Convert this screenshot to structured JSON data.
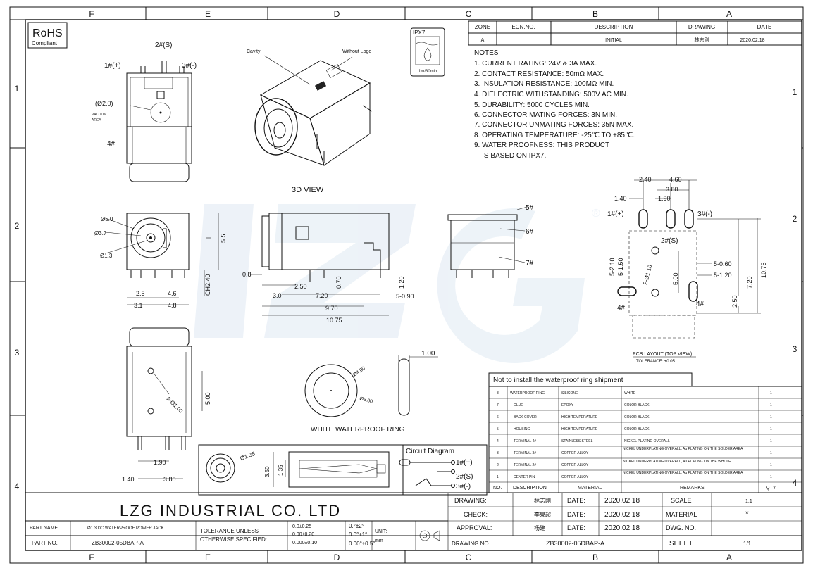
{
  "zones": {
    "top": [
      "F",
      "E",
      "D",
      "C",
      "B",
      "A"
    ],
    "bottom": [
      "F",
      "E",
      "D",
      "C",
      "B",
      "A"
    ],
    "left": [
      "1",
      "2",
      "3",
      "4"
    ],
    "right": [
      "1",
      "2",
      "3",
      "4"
    ]
  },
  "rohs": {
    "title": "RoHS",
    "subtitle": "Compliant"
  },
  "ipx7": {
    "label": "IPX7",
    "caption": "1m/30min"
  },
  "revision": {
    "headers": [
      "ZONE",
      "ECN.NO.",
      "DESCRIPTION",
      "DRAWING",
      "DATE"
    ],
    "row": [
      "A",
      "",
      "INITIAL",
      "林志刚",
      "2020.02.18"
    ]
  },
  "notes": {
    "title": "NOTES",
    "items": [
      "1. CURRENT RATING: 24V & 3A MAX.",
      "2. CONTACT RESISTANCE: 50mΩ MAX.",
      "3. INSULATION RESISTANCE: 100MΩ MIN.",
      "4. DIELECTRIC WITHSTANDING: 500V AC MIN.",
      "5. DURABILITY: 5000 CYCLES MIN.",
      "6. CONNECTOR MATING FORCES: 3N MIN.",
      "7. CONNECTOR UNMATING FORCES: 35N MAX.",
      "8. OPERATING TEMPERATURE: -25℃ TO +85℃.",
      "9. WATER PROOFNESS: THIS PRODUCT",
      "    IS BASED ON IPX7."
    ]
  },
  "top_view": {
    "pin1": "1#(+)",
    "pin2": "2#(S)",
    "pin3": "3#(-)",
    "pin4": "4#",
    "d20": "(Ø2.0)",
    "vacuum1": "VACUUM",
    "vacuum2": "AREA"
  },
  "view3d": {
    "cavity": "Cavity",
    "no_logo": "Without Logo",
    "title": "3D VIEW"
  },
  "front_view": {
    "d50": "Ø5.0",
    "d37": "Ø3.7",
    "d13": "Ø1.3",
    "h55": "5.5",
    "ch": "CH2.40",
    "w25": "2.5",
    "w46": "4.6",
    "w31": "3.1",
    "w48": "4.8"
  },
  "side_view": {
    "d08": "0.8",
    "d250": "2.50",
    "d070": "0.70",
    "d120": "1.20",
    "d30": "3.0",
    "d720": "7.20",
    "d590": "5-0.90",
    "d970": "9.70",
    "d1075": "10.75"
  },
  "rear_view": {
    "n5": "5#",
    "n6": "6#",
    "n7": "7#"
  },
  "pcb": {
    "d240": "2.40",
    "d460": "4.60",
    "d380": "3.80",
    "d140": "1.40",
    "d190": "1.90",
    "pin1": "1#(+)",
    "pin2": "2#(S)",
    "pin3": "3#(-)",
    "pin4": "4#",
    "d5150": "5-1.50",
    "d5210": "5-2.10",
    "d2110": "2-Ø1.10",
    "d500": "5.00",
    "d5060": "5-0.60",
    "d5120": "5-1.20",
    "d720": "7.20",
    "d1075": "10.75",
    "d250": "2.50",
    "title": "PCB LAYOUT (TOP VIEW)",
    "tol": "TOLERANCE: ±0.05"
  },
  "bottom_view": {
    "d2100": "2-Ø1.00",
    "d500": "5.00",
    "d190": "1.90",
    "d140": "1.40",
    "d380": "3.80"
  },
  "ring": {
    "d400": "Ø4.00",
    "d600": "Ø6.00",
    "d100": "1.00",
    "title": "WHITE WATERPROOF RING"
  },
  "section": {
    "d135": "Ø1.35",
    "d350": "3.50",
    "d135b": "1.35"
  },
  "circuit": {
    "title": "Circuit Diagram",
    "p1": "1#(+)",
    "p2": "2#(S)",
    "p3": "3#(-)"
  },
  "bom": {
    "note": "Not to install the waterproof ring shipment",
    "headers": [
      "NO.",
      "DESCRIPTION",
      "MATERIAL",
      "REMARKS",
      "QTY"
    ],
    "rows": [
      [
        "8",
        "WATERPROOF RING",
        "SILICONE",
        "WHITE",
        "1"
      ],
      [
        "7",
        "GLUE",
        "EPOXY",
        "COLOR BLACK",
        "1"
      ],
      [
        "6",
        "BACK COVER",
        "HIGH TEMPERATURE",
        "COLOR BLACK",
        "1"
      ],
      [
        "5",
        "HOUSING",
        "HIGH TEMPERATURE",
        "COLOR BLACK",
        "1"
      ],
      [
        "4",
        "TERMINAL 4#",
        "STAINLESS STEEL",
        "NICKEL PLATING OVERALL",
        "1"
      ],
      [
        "3",
        "TERMINAL 3#",
        "COPPER ALLOY",
        "NICKEL UNDERPLATING OVERALL, Au PLATING ON THE SOLDER AREA",
        "1"
      ],
      [
        "2",
        "TERMINAL 2#",
        "COPPER ALLOY",
        "NICKEL UNDERPLATING OVERALL, Au PLATING ON THE WHOLE",
        "1"
      ],
      [
        "1",
        "CENTER PIN",
        "COPPER ALLOY",
        "NICKEL UNDERPLATING OVERALL, Au PLATING ON THE SOLDER AREA",
        "1"
      ]
    ]
  },
  "title_block": {
    "logo": "LZG",
    "company": "LZG INDUSTRIAL CO. LTD",
    "part_name_label": "PART NAME",
    "part_name": "Ø1.3 DC WATERPROOF POWER JACK",
    "part_no_label": "PART NO.",
    "part_no": "ZB30002-05DBAP-A",
    "tol_label1": "TOLERANCE UNLESS",
    "tol_label2": "OTHERWISE SPECIFIED:",
    "tol1": "0.0±0.25",
    "tol2": "0.00±0.20",
    "tol3": "0.000±0.10",
    "ang1": "0.°±2°",
    "ang2": "0.0°±1°",
    "ang3": "0.00°±0.5°",
    "unit_label": "UNIT:",
    "unit": "mm",
    "drawing_label": "DRAWING:",
    "drawing": "林志刚",
    "check_label": "CHECK:",
    "check": "李泉超",
    "approval_label": "APPROVAL:",
    "approval": "杨建",
    "date_label": "DATE:",
    "date": "2020.02.18",
    "scale_label": "SCALE",
    "scale": "1:1",
    "material_label": "MATERIAL",
    "material": "*",
    "dwg_no_label": "DWG. NO.",
    "drawing_no_label": "DRAWING NO.",
    "drawing_no": "ZB30002-05DBAP-A",
    "sheet_label": "SHEET",
    "sheet": "1/1"
  },
  "watermark": {
    "registered": "®"
  }
}
